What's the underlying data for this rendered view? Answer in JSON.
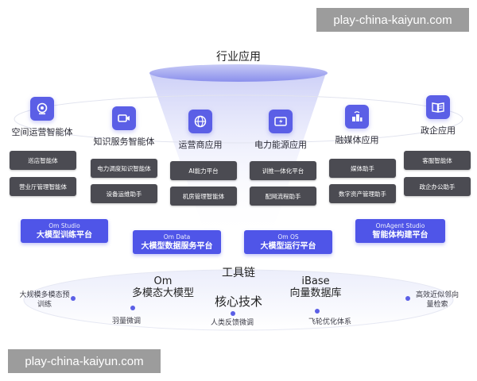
{
  "watermark": {
    "text": "play-china-kaiyun.com"
  },
  "industry": {
    "title": "行业应用"
  },
  "categories": [
    {
      "label": "空间运营智能体",
      "icon": "camera-icon"
    },
    {
      "label": "知识服务智能体",
      "icon": "video-camera-icon"
    },
    {
      "label": "运营商应用",
      "icon": "globe-icon"
    },
    {
      "label": "电力能源应用",
      "icon": "battery-icon"
    },
    {
      "label": "融媒体应用",
      "icon": "media-icon"
    },
    {
      "label": "政企应用",
      "icon": "book-icon"
    }
  ],
  "apps": [
    [
      "巡店智能体",
      "营业厅管理智能体"
    ],
    [
      "电力调度知识智能体",
      "设备运维助手"
    ],
    [
      "AI能力平台",
      "机房管理智能体"
    ],
    [
      "训推一体化平台",
      "配网流程助手"
    ],
    [
      "媒体助手",
      "数字资产管理助手"
    ],
    [
      "客服智能体",
      "政企办公助手"
    ]
  ],
  "platforms": [
    {
      "en": "Om Studio",
      "zh": "大模型训练平台"
    },
    {
      "en": "Om Data",
      "zh": "大模型数据服务平台"
    },
    {
      "en": "Om OS",
      "zh": "大模型运行平台"
    },
    {
      "en": "OmAgent Studio",
      "zh": "智能体构建平台"
    }
  ],
  "core": {
    "toolchain": "工具链",
    "title": "核心技术",
    "om_line1": "Om",
    "om_line2": "多模态大模型",
    "ibase_line1": "iBase",
    "ibase_line2": "向量数据库",
    "features": [
      "大规模多模态预训练",
      "羽量微调",
      "人类反馈微调",
      "飞轮优化体系",
      "高效近似邻向量检索"
    ]
  },
  "colors": {
    "accent": "#4f55e8",
    "dark_box": "#4b4b52",
    "watermark_bg": "#9c9c9c"
  }
}
